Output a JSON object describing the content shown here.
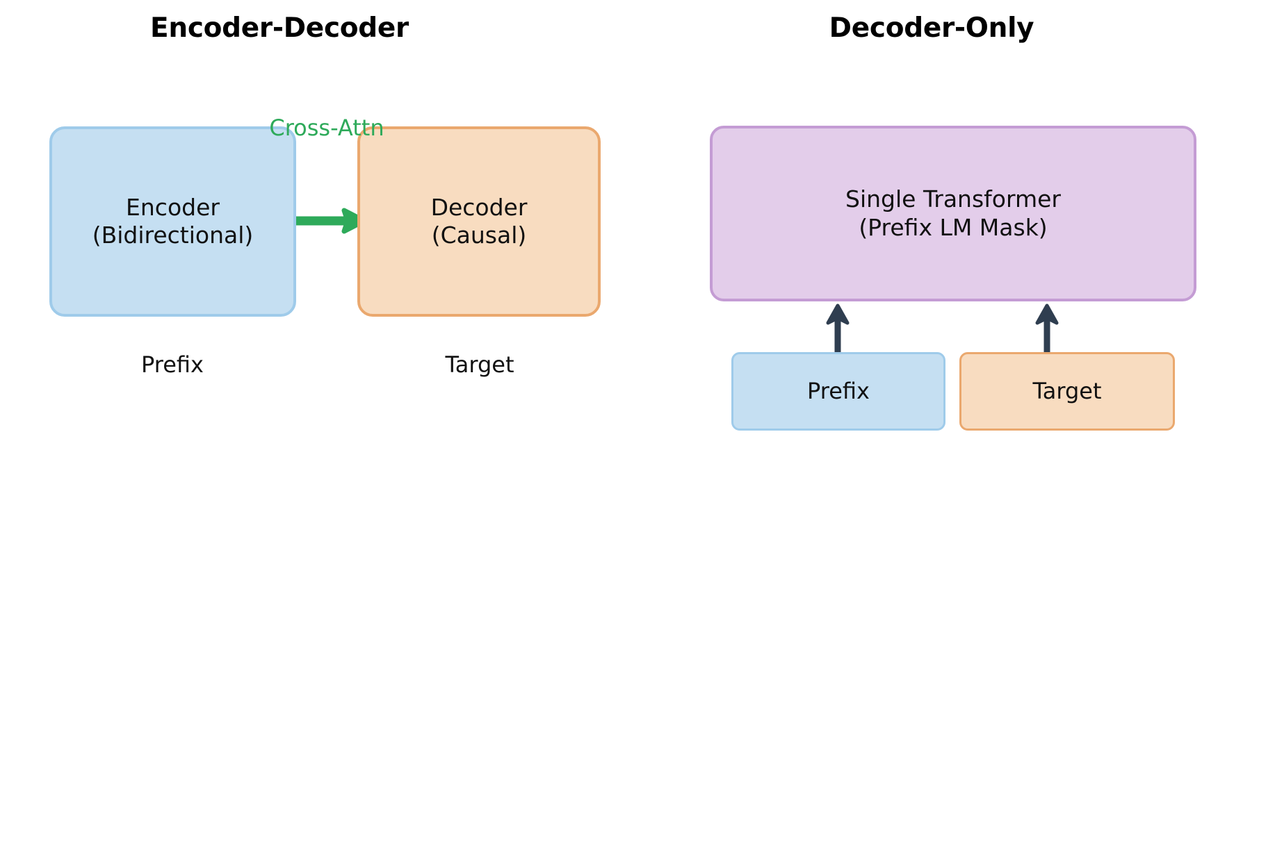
{
  "figure": {
    "background": "#ffffff",
    "panels": [
      {
        "id": "encoder-decoder",
        "title": "Encoder-Decoder",
        "nodes": [
          {
            "name": "encoder",
            "line1": "Encoder",
            "line2": "(Bidirectional)",
            "fill": "#c5dff2",
            "stroke": "#9fcbea"
          },
          {
            "name": "decoder",
            "line1": "Decoder",
            "line2": "(Causal)",
            "fill": "#f8dcc0",
            "stroke": "#eaa86e"
          }
        ],
        "edge_label": "Cross-Attn",
        "edge_color": "#2eaa5a",
        "captions": {
          "left": "Prefix",
          "right": "Target"
        }
      },
      {
        "id": "decoder-only",
        "title": "Decoder-Only",
        "nodes": [
          {
            "name": "single-transformer",
            "line1": "Single Transformer",
            "line2": "(Prefix LM Mask)",
            "fill": "#e3cdea",
            "stroke": "#c49cd4"
          },
          {
            "name": "prefix-input",
            "line1": "Prefix",
            "fill": "#c5dff2",
            "stroke": "#9fcbea"
          },
          {
            "name": "target-input",
            "line1": "Target",
            "fill": "#f8dcc0",
            "stroke": "#eaa86e"
          }
        ],
        "arrow_color": "#2f3e50"
      }
    ]
  },
  "chart_data": {
    "type": "diagram",
    "title": "Encoder-Decoder vs Decoder-Only",
    "panels": [
      {
        "title": "Encoder-Decoder",
        "blocks": [
          {
            "label": "Encoder\n(Bidirectional)",
            "color": "#c5dff2",
            "caption": "Prefix"
          },
          {
            "label": "Decoder\n(Causal)",
            "color": "#f8dcc0",
            "caption": "Target"
          }
        ],
        "edges": [
          {
            "from": "Encoder (Bidirectional)",
            "to": "Decoder (Causal)",
            "label": "Cross-Attn",
            "color": "#2eaa5a",
            "direction": "right"
          }
        ]
      },
      {
        "title": "Decoder-Only",
        "blocks": [
          {
            "label": "Single Transformer\n(Prefix LM Mask)",
            "color": "#e3cdea"
          },
          {
            "label": "Prefix",
            "color": "#c5dff2"
          },
          {
            "label": "Target",
            "color": "#f8dcc0"
          }
        ],
        "edges": [
          {
            "from": "Prefix",
            "to": "Single Transformer (Prefix LM Mask)",
            "label": "",
            "color": "#2f3e50",
            "direction": "up"
          },
          {
            "from": "Target",
            "to": "Single Transformer (Prefix LM Mask)",
            "label": "",
            "color": "#2f3e50",
            "direction": "up"
          }
        ]
      }
    ]
  }
}
